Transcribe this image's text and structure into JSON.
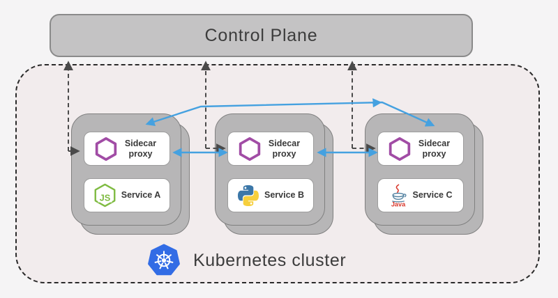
{
  "control_plane": {
    "label": "Control Plane"
  },
  "cluster": {
    "label": "Kubernetes cluster"
  },
  "pods": [
    {
      "proxy_label": "Sidecar proxy",
      "service_label": "Service A",
      "service_icon": "nodejs-icon"
    },
    {
      "proxy_label": "Sidecar proxy",
      "service_label": "Service B",
      "service_icon": "python-icon"
    },
    {
      "proxy_label": "Sidecar proxy",
      "service_label": "Service C",
      "service_icon": "java-icon"
    }
  ],
  "icons": {
    "js_label": "JS",
    "java_label": "Java",
    "proxy_icon": "envoy-hexagon-icon",
    "cluster_icon": "kubernetes-icon"
  },
  "connections": {
    "control_plane_links": "dashed gray arrows from each sidecar proxy up to the control plane",
    "proxy_to_proxy": "blue bidirectional arrows between adjacent sidecar proxies",
    "cross_cluster_route": "blue route over the middle pod linking left and right pods"
  },
  "colors": {
    "background": "#f5f4f5",
    "cluster_fill": "#f2eced",
    "control_plane_fill": "#c4c3c4",
    "pod_fill": "#b7b6b7",
    "proxy_purple": "#a14ca5",
    "nodejs_green": "#7fbb42",
    "python_blue": "#3b77a8",
    "python_yellow": "#f6cf3d",
    "java_red": "#d9372b",
    "java_blue": "#5382a1",
    "kubernetes_blue": "#326ce5",
    "arrow_blue": "#45a1e0",
    "arrow_dark": "#4a4a4a"
  }
}
